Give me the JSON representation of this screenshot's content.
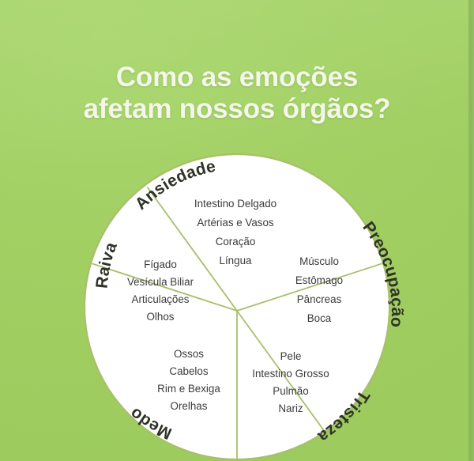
{
  "title": {
    "line1": "Como as emoções",
    "line2": "afetam nossos órgãos?"
  },
  "colors": {
    "background_green": "#a2d063",
    "background_green_light": "#b2db7c",
    "title_text": "#f3f6e9",
    "wheel_fill": "#ffffff",
    "wheel_stroke": "#a8bf6c",
    "organ_text": "#3b3b3b",
    "emotion_text": "#2f3327"
  },
  "chart_data": {
    "type": "pie",
    "title": "Como as emoções afetam nossos órgãos?",
    "categories": [
      "Ansiedade",
      "Preocupação",
      "Tristeza",
      "Medo",
      "Raiva"
    ],
    "values": [
      20,
      20,
      20,
      20,
      20
    ],
    "legend": "none",
    "note": "Wheel with five equal sectors; each sector labeled with an emotion on the rim and its associated organs listed inside."
  },
  "wheel": {
    "sectors": [
      {
        "id": "ansiedade",
        "emotion": "Ansiedade",
        "organs": [
          "Intestino Delgado",
          "Artérias e Vasos",
          "Coração",
          "Língua"
        ]
      },
      {
        "id": "preocupacao",
        "emotion": "Preocupação",
        "organs": [
          "Músculo",
          "Estômago",
          "Pâncreas",
          "Boca"
        ]
      },
      {
        "id": "tristeza",
        "emotion": "Tristeza",
        "organs": [
          "Pele",
          "Intestino Grosso",
          "Pulmão",
          "Nariz"
        ]
      },
      {
        "id": "medo",
        "emotion": "Medo",
        "organs": [
          "Ossos",
          "Cabelos",
          "Rim e Bexiga",
          "Orelhas"
        ]
      },
      {
        "id": "raiva",
        "emotion": "Raiva",
        "organs": [
          "Fígado",
          "Vesícula Biliar",
          "Articulações",
          "Olhos"
        ]
      }
    ]
  }
}
